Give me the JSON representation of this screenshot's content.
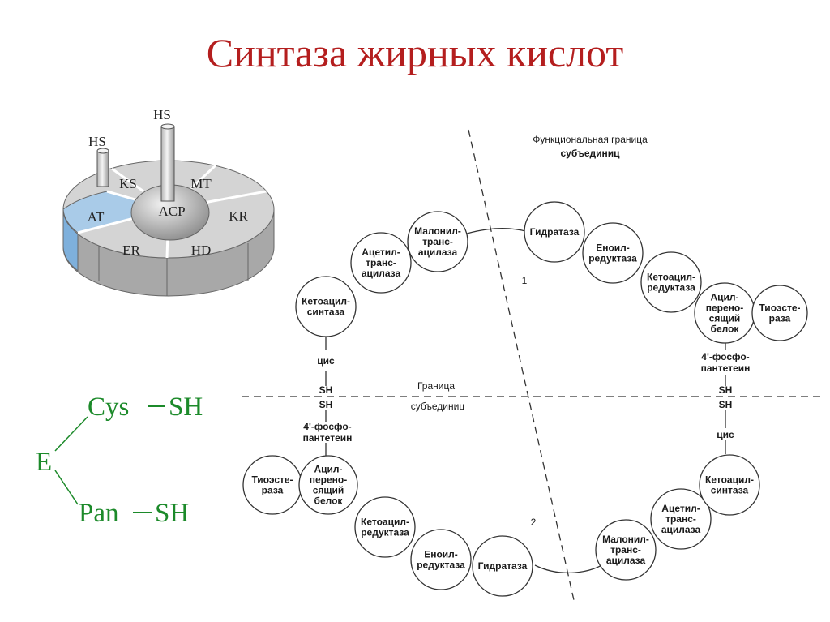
{
  "title": "Синтаза жирных кислот",
  "disk": {
    "hs_left": "HS",
    "hs_center": "HS",
    "segments": [
      "KS",
      "MT",
      "KR",
      "HD",
      "ER",
      "AT"
    ],
    "core": "ACP",
    "colors": {
      "top": "#d4d4d4",
      "side": "#a8a8a8",
      "highlight": "#a9cbe8",
      "highlight_side": "#7eb0dc"
    }
  },
  "formula": {
    "root": "E",
    "top": "Cys",
    "top_sh": "SH",
    "bottom": "Pan",
    "bottom_sh": "SH",
    "color": "#1c8a2a"
  },
  "diagram": {
    "functional_boundary": [
      "Функциональная граница",
      "субъединиц"
    ],
    "subunit_boundary": [
      "Граница",
      "субъединиц"
    ],
    "unit1": "1",
    "unit2": "2",
    "top_chain": [
      [
        "Кетоацил-",
        "синтаза"
      ],
      [
        "Ацетил-",
        "транс-",
        "ацилаза"
      ],
      [
        "Малонил-",
        "транс-",
        "ацилаза"
      ],
      [
        "Гидратаза"
      ],
      [
        "Еноил-",
        "редуктаза"
      ],
      [
        "Кетоацил-",
        "редуктаза"
      ],
      [
        "Ацил-",
        "перено-",
        "сящий",
        "белок"
      ],
      [
        "Тиоэсте-",
        "раза"
      ]
    ],
    "bottom_chain": [
      [
        "Тиоэсте-",
        "раза"
      ],
      [
        "Ацил-",
        "перено-",
        "сящий",
        "белок"
      ],
      [
        "Кетоацил-",
        "редуктаза"
      ],
      [
        "Еноил-",
        "редуктаза"
      ],
      [
        "Гидратаза"
      ],
      [
        "Малонил-",
        "транс-",
        "ацилаза"
      ],
      [
        "Ацетил-",
        "транс-",
        "ацилаза"
      ],
      [
        "Кетоацил-",
        "синтаза"
      ]
    ],
    "left_link": {
      "top": "цис",
      "sh_top": "SH",
      "sh_bottom": "SH",
      "bottom": [
        "4'-фосфо-",
        "пантетеин"
      ]
    },
    "right_link": {
      "top": [
        "4'-фосфо-",
        "пантетеин"
      ],
      "sh_top": "SH",
      "sh_bottom": "SH",
      "bottom": "цис"
    }
  }
}
